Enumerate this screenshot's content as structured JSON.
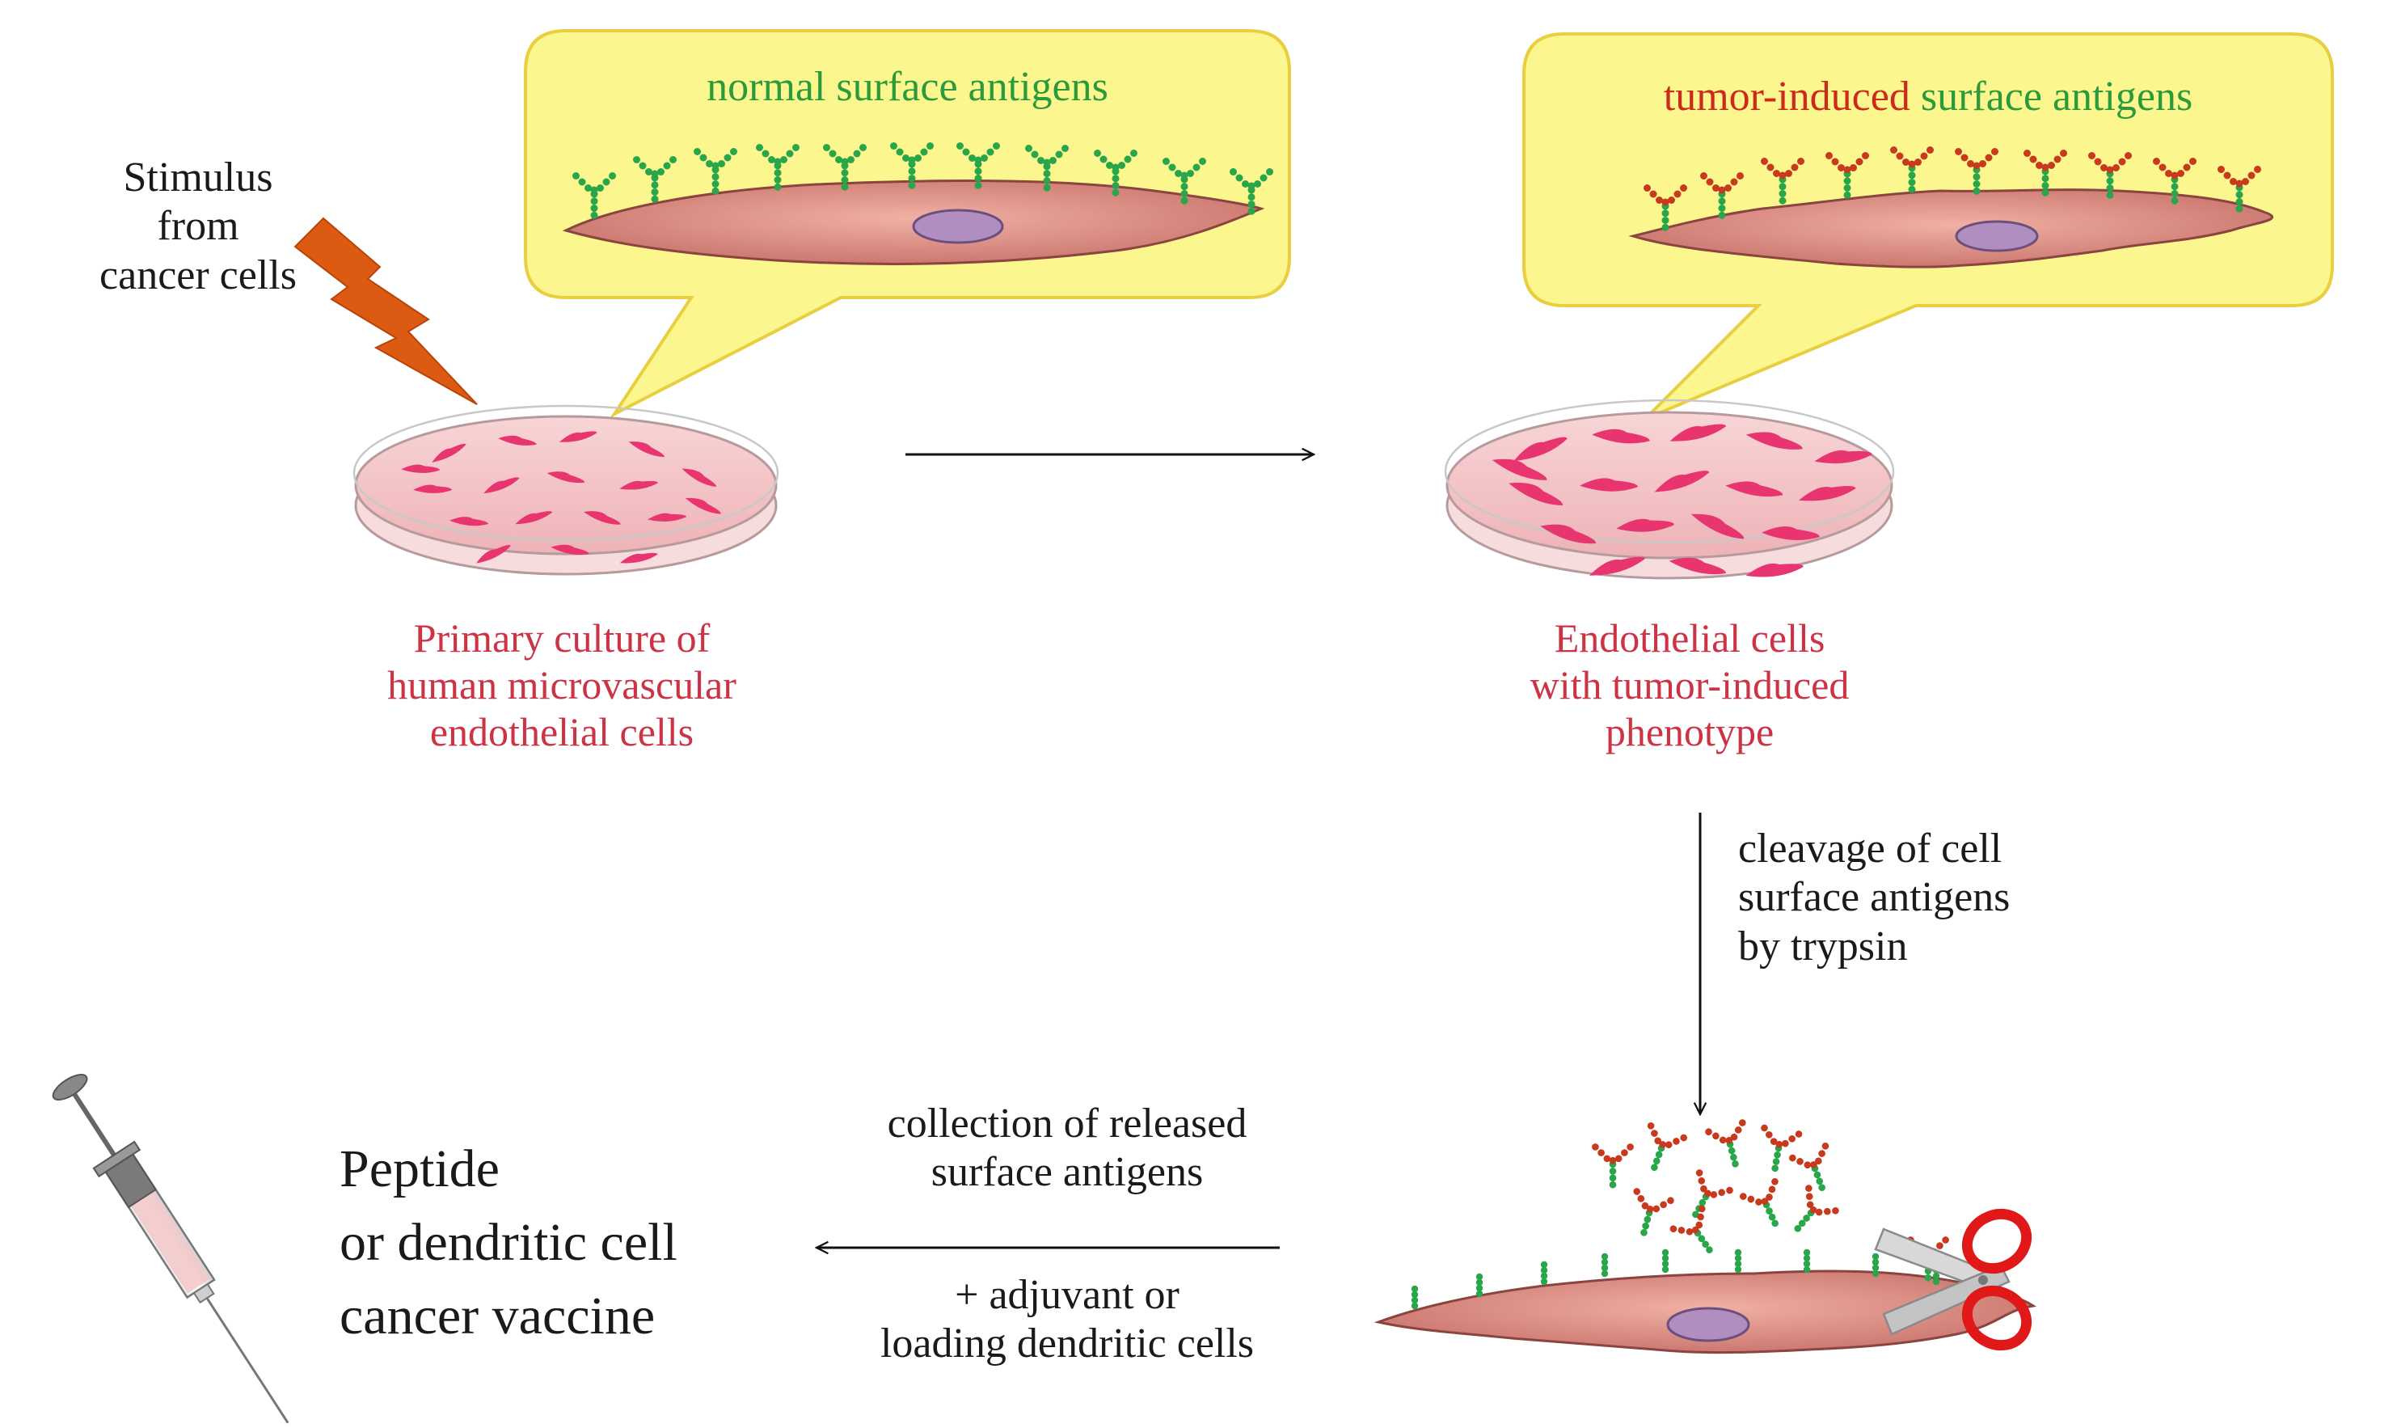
{
  "stimulus": {
    "lines": [
      "Stimulus",
      "from",
      "cancer cells"
    ]
  },
  "callout_normal": {
    "title": "normal surface antigens"
  },
  "callout_tumor": {
    "title_part1": "tumor-induced",
    "title_part2": " surface antigens"
  },
  "dish_left": {
    "caption": [
      "Primary culture of",
      "human microvascular",
      "endothelial cells"
    ]
  },
  "dish_right": {
    "caption": [
      "Endothelial cells",
      "with tumor-induced",
      "phenotype"
    ]
  },
  "step_cleavage": {
    "lines": [
      "cleavage of cell",
      "surface antigens",
      "by trypsin"
    ]
  },
  "step_collection": {
    "lines_above": [
      "collection of released",
      "surface antigens"
    ],
    "lines_below": [
      "+ adjuvant  or",
      "loading dendritic cells"
    ]
  },
  "vaccine": {
    "lines": [
      "Peptide",
      "or dendritic cell",
      "cancer vaccine"
    ]
  },
  "colors": {
    "callout_fill": "#fbf78e",
    "callout_stroke": "#e9cf3f",
    "cell_fill": "#d9847a",
    "nucleus": "#b08fc0",
    "antigen_green": "#2aa64a",
    "antigen_red": "#c83a1e",
    "culture_cell": "#e8356f",
    "dish_medium": "#f3c4c6",
    "bolt": "#dd5a12",
    "caption_red": "#cc3344",
    "scissor_red": "#e01818"
  }
}
